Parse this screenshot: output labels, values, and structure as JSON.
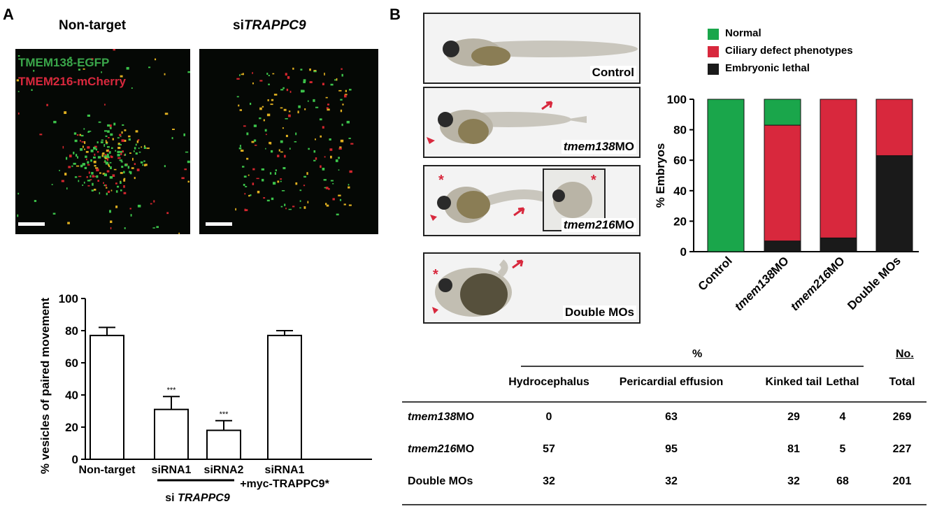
{
  "panelA": {
    "letter": "A",
    "col_nontarget": "Non-target",
    "col_si_prefix": "si",
    "col_si_gene": "TRAPPC9",
    "label_green": "TMEM138-EGFP",
    "label_red": "TMEM216-mCherry"
  },
  "panelB": {
    "letter": "B"
  },
  "fish_images": {
    "control": "Control",
    "tmem138_italic": "tmem138",
    "tmem216_italic": "tmem216",
    "mo_suffix": "MO",
    "double": "Double MOs"
  },
  "chart_bar": {
    "type": "bar",
    "ylabel": "% vesicles of paired movement",
    "categories": [
      "Non-target",
      "siRNA1",
      "siRNA2",
      "siRNA1 +myc-TRAPPC9*"
    ],
    "category_lines": [
      [
        "Non-target"
      ],
      [
        "siRNA1"
      ],
      [
        "siRNA2"
      ],
      [
        "siRNA1",
        "+myc-TRAPPC9*"
      ]
    ],
    "values": [
      77,
      31,
      18,
      77
    ],
    "errors": [
      5,
      8,
      6,
      3
    ],
    "significance": [
      "",
      "***",
      "***",
      ""
    ],
    "group_label_prefix": "si ",
    "group_label_gene": "TRAPPC9",
    "ylim": [
      0,
      100
    ],
    "yticks": [
      0,
      20,
      40,
      60,
      80,
      100
    ]
  },
  "chart_stacked": {
    "type": "bar",
    "ylabel": "% Embryos",
    "categories": [
      "Control",
      "tmem138MO",
      "tmem216MO",
      "Double MOs"
    ],
    "series": [
      {
        "name": "Embryonic lethal",
        "color": "#1a1a1a",
        "values": [
          0,
          7,
          9,
          63
        ]
      },
      {
        "name": "Ciliary defect phenotypes",
        "color": "#d8283d",
        "values": [
          0,
          76,
          91,
          37
        ]
      },
      {
        "name": "Normal",
        "color": "#1aa64b",
        "values": [
          100,
          17,
          0,
          0
        ]
      }
    ],
    "legend_order": [
      "Normal",
      "Ciliary defect phenotypes",
      "Embryonic lethal"
    ],
    "ylim": [
      0,
      100
    ],
    "yticks": [
      0,
      20,
      40,
      60,
      80,
      100
    ]
  },
  "table": {
    "group_header": "%",
    "no_header": "No.",
    "headers": [
      "Hydrocephalus",
      "Pericardial effusion",
      "Kinked tail",
      "Lethal",
      "Total"
    ],
    "rows": [
      {
        "italic": "tmem138",
        "suffix": "MO",
        "cells": [
          "0",
          "63",
          "29",
          "4",
          "269"
        ]
      },
      {
        "italic": "tmem216",
        "suffix": "MO",
        "cells": [
          "57",
          "95",
          "81",
          "5",
          "227"
        ]
      },
      {
        "italic": "",
        "suffix": "Double MOs",
        "cells": [
          "32",
          "32",
          "32",
          "68",
          "201"
        ]
      }
    ]
  }
}
